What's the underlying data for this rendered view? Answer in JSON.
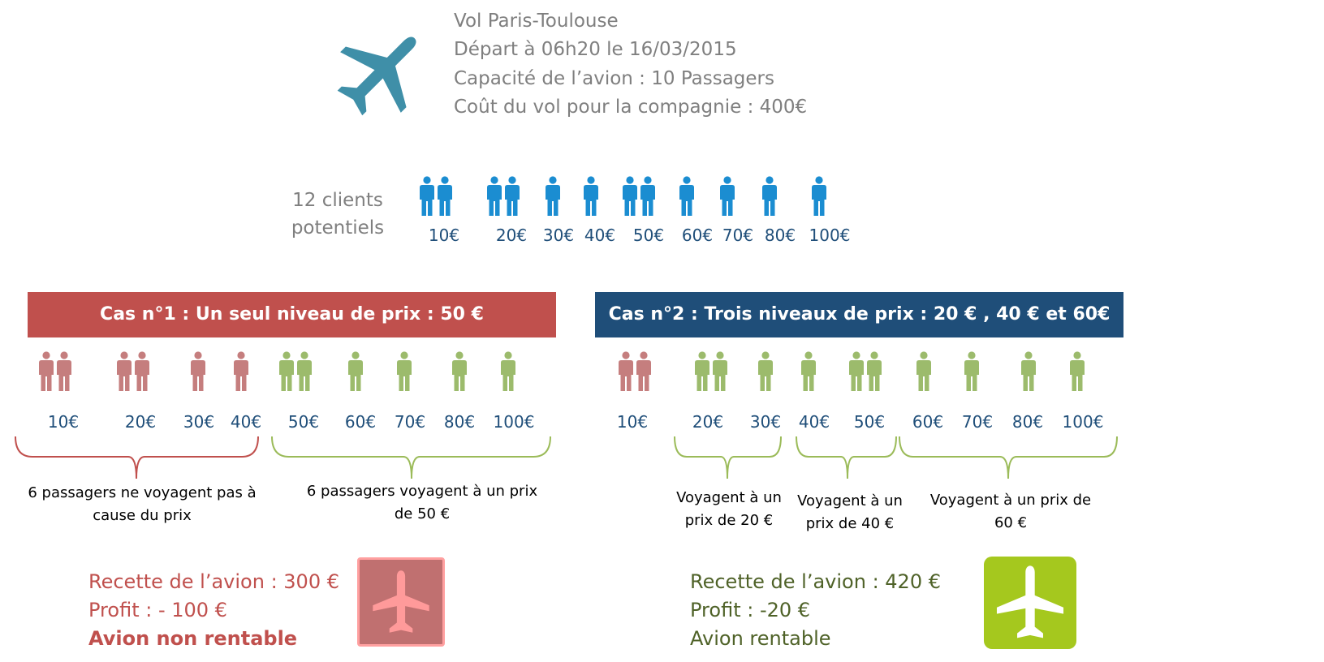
{
  "flight_info": [
    "Vol Paris-Toulouse",
    "Départ à 06h20 le 16/03/2015",
    "Capacité de l’avion : 10 Passagers",
    "Coût du vol pour la compagnie :  400€"
  ],
  "clients_label_line1": "12 clients",
  "clients_label_line2": "potentiels",
  "potential_clients": [
    {
      "price": "10€",
      "people": 2
    },
    {
      "price": "20€",
      "people": 2
    },
    {
      "price": "30€",
      "people": 1
    },
    {
      "price": "40€",
      "people": 1
    },
    {
      "price": "50€",
      "people": 2
    },
    {
      "price": "60€",
      "people": 1
    },
    {
      "price": "70€",
      "people": 1
    },
    {
      "price": "80€",
      "people": 1
    },
    {
      "price": "100€",
      "people": 1
    }
  ],
  "case1": {
    "title": "Cas n°1 : Un seul niveau de prix : 50 €",
    "groups": [
      {
        "price": "10€",
        "people": 2,
        "status": "excluded"
      },
      {
        "price": "20€",
        "people": 2,
        "status": "excluded"
      },
      {
        "price": "30€",
        "people": 1,
        "status": "excluded"
      },
      {
        "price": "40€",
        "people": 1,
        "status": "excluded"
      },
      {
        "price": "50€",
        "people": 2,
        "status": "traveling"
      },
      {
        "price": "60€",
        "people": 1,
        "status": "traveling"
      },
      {
        "price": "70€",
        "people": 1,
        "status": "traveling"
      },
      {
        "price": "80€",
        "people": 1,
        "status": "traveling"
      },
      {
        "price": "100€",
        "people": 1,
        "status": "traveling"
      }
    ],
    "bracket_left_text_1": "6 passagers  ne voyagent pas à",
    "bracket_left_text_2": "cause du prix",
    "bracket_right_text_1": "6 passagers  voyagent à un prix",
    "bracket_right_text_2": "de  50 €",
    "result_revenue": "Recette de l’avion : 300 €",
    "result_profit": "Profit : - 100 €",
    "result_status": "Avion non rentable"
  },
  "case2": {
    "title": "Cas n°2 : Trois niveaux de prix : 20 € , 40 € et 60€",
    "groups": [
      {
        "price": "10€",
        "people": 2,
        "status": "excluded"
      },
      {
        "price": "20€",
        "people": 2,
        "status": "traveling"
      },
      {
        "price": "30€",
        "people": 1,
        "status": "traveling"
      },
      {
        "price": "40€",
        "people": 1,
        "status": "traveling"
      },
      {
        "price": "50€",
        "people": 2,
        "status": "traveling"
      },
      {
        "price": "60€",
        "people": 1,
        "status": "traveling"
      },
      {
        "price": "70€",
        "people": 1,
        "status": "traveling"
      },
      {
        "price": "80€",
        "people": 1,
        "status": "traveling"
      },
      {
        "price": "100€",
        "people": 1,
        "status": "traveling"
      }
    ],
    "bracket1_text_1": "Voyagent à un",
    "bracket1_text_2": "prix de 20 €",
    "bracket2_text_1": "Voyagent à un",
    "bracket2_text_2": "prix de 40 €",
    "bracket3_text_1": "Voyagent à un prix de",
    "bracket3_text_2": "60 €",
    "result_revenue": "Recette de l’avion : 420 €",
    "result_profit": "Profit : -20 €",
    "result_status": "Avion rentable"
  },
  "colors": {
    "info_gray": "#7f7f7f",
    "plane_teal": "#3f8fa8",
    "client_blue": "#1b8dd1",
    "price_blue": "#1f4e79",
    "excluded_red": "#c57e7e",
    "traveling_green": "#9cbb6c",
    "case1_red": "#c0504d",
    "case2_blue": "#1f4e79",
    "bracket_red": "#c0504d",
    "bracket_green": "#9bbb59",
    "result1_red": "#c0504d",
    "result2_green": "#4f6228",
    "tile1_bg": "#c07070",
    "tile1_border": "#ffa0a0",
    "tile1_plane": "#ff9a9a",
    "tile2_bg": "#a5c81e",
    "tile2_plane": "#ffffff"
  },
  "icons": {
    "main_plane": "airplane-icon",
    "tile_plane": "airplane-icon",
    "person": "person-icon"
  }
}
